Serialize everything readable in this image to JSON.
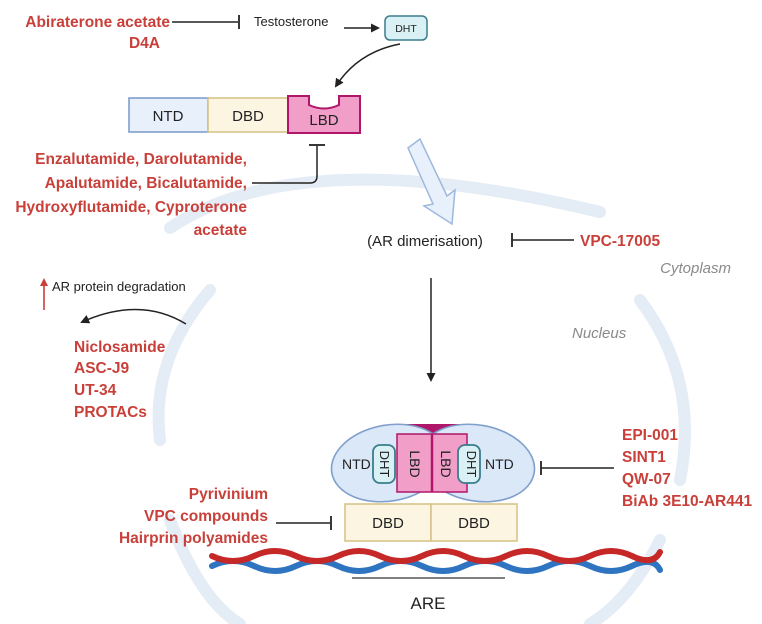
{
  "colors": {
    "drug": "#c9403a",
    "ntd_fill": "#e8f0fb",
    "ntd_stroke": "#7f9fcc",
    "dbd_fill": "#fbf5e1",
    "dbd_stroke": "#d8c48a",
    "lbd_fill": "#f19fc8",
    "lbd_stroke": "#b0176a",
    "dht_fill": "#d9f0f4",
    "dht_stroke": "#3a7d8c",
    "cell_ring": "#e4ecf5",
    "dna_red": "#c62828",
    "dna_blue": "#2e74c0"
  },
  "top": {
    "abiraterone": "Abiraterone acetate",
    "d4a": "D4A",
    "testosterone": "Testosterone",
    "dht": "DHT"
  },
  "receptor": {
    "ntd": "NTD",
    "dbd": "DBD",
    "lbd": "LBD"
  },
  "antiandrogens": {
    "line1": "Enzalutamide, Darolutamide,",
    "line2": "Apalutamide, Bicalutamide,",
    "line3": "Hydroxyflutamide, Cyproterone",
    "line4": "acetate"
  },
  "dimerisation": {
    "label": "(AR dimerisation)",
    "inhibitor": "VPC-17005"
  },
  "compartments": {
    "cytoplasm": "Cytoplasm",
    "nucleus": "Nucleus"
  },
  "degradation": {
    "label": "AR protein degradation",
    "drugs": [
      "Niclosamide",
      "ASC-J9",
      "UT-34",
      "PROTACs"
    ]
  },
  "ntd_inhibitors": [
    "EPI-001",
    "SINT1",
    "QW-07",
    "BiAb 3E10-AR441"
  ],
  "dbd_inhibitors": [
    "Pyrivinium",
    "VPC compounds",
    "Hairprin polyamides"
  ],
  "dimer": {
    "ntd_left": "NTD",
    "ntd_right": "NTD",
    "dht_left": "DHT",
    "dht_right": "DHT",
    "lbd_left": "LBD",
    "lbd_right": "LBD",
    "dbd_left": "DBD",
    "dbd_right": "DBD"
  },
  "dna": {
    "element": "ARE"
  }
}
